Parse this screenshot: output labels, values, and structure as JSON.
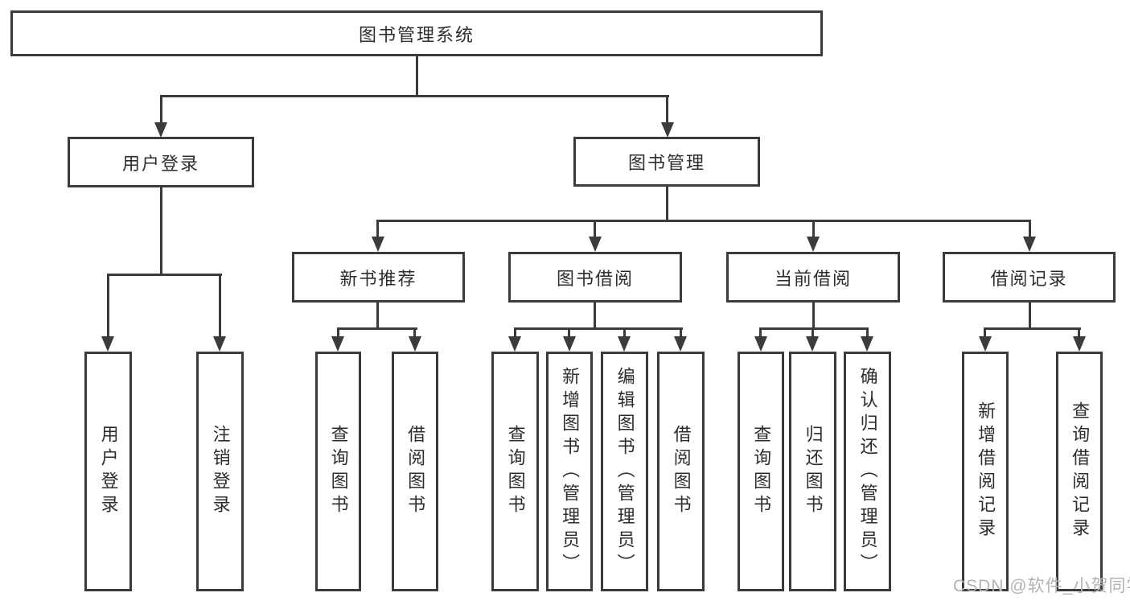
{
  "root": {
    "label": "图书管理系统"
  },
  "level2": [
    {
      "label": "用户登录"
    },
    {
      "label": "图书管理"
    }
  ],
  "level3": [
    {
      "label": "新书推荐"
    },
    {
      "label": "图书借阅"
    },
    {
      "label": "当前借阅"
    },
    {
      "label": "借阅记录"
    }
  ],
  "leaves": {
    "user_login": [
      {
        "label": "用户登录"
      },
      {
        "label": "注销登录"
      }
    ],
    "new_book_recommend": [
      {
        "label": "查询图书"
      },
      {
        "label": "借阅图书"
      }
    ],
    "book_borrow": [
      {
        "label": "查询图书"
      },
      {
        "label": "新增图书（管理员）"
      },
      {
        "label": "编辑图书（管理员）"
      },
      {
        "label": "借阅图书"
      }
    ],
    "current_borrow": [
      {
        "label": "查询图书"
      },
      {
        "label": "归还图书"
      },
      {
        "label": "确认归还（管理员）"
      }
    ],
    "borrow_records": [
      {
        "label": "新增借阅记录"
      },
      {
        "label": "查询借阅记录"
      }
    ]
  },
  "watermark": "CSDN @软件_小贺同学",
  "colors": {
    "line": "#3b3b3b",
    "text": "#2d2d2d",
    "watermark": "#b3b3b3",
    "background": "#ffffff"
  }
}
